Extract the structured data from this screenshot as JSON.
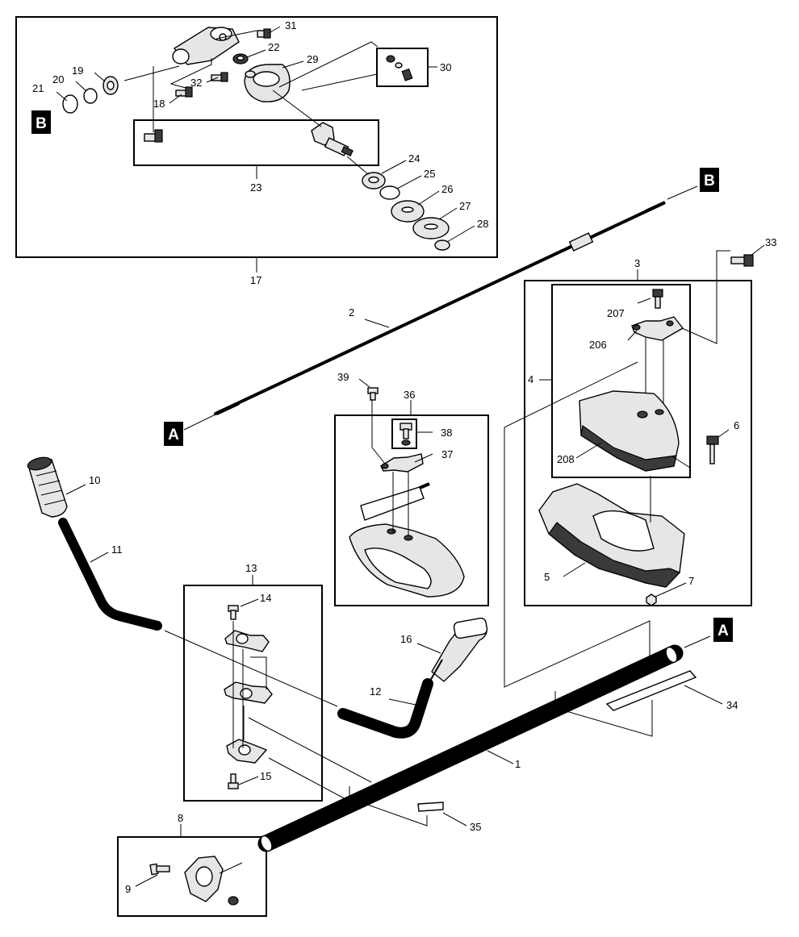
{
  "callouts": {
    "c1": "1",
    "c2": "2",
    "c3": "3",
    "c4": "4",
    "c5": "5",
    "c6": "6",
    "c7": "7",
    "c8": "8",
    "c9": "9",
    "c10": "10",
    "c11": "11",
    "c12": "12",
    "c13": "13",
    "c14": "14",
    "c15": "15",
    "c16": "16",
    "c17": "17",
    "c18": "18",
    "c19": "19",
    "c20": "20",
    "c21": "21",
    "c22": "22",
    "c23": "23",
    "c24": "24",
    "c25": "25",
    "c26": "26",
    "c27": "27",
    "c28": "28",
    "c29": "29",
    "c30": "30",
    "c31": "31",
    "c32": "32",
    "c33": "33",
    "c34": "34",
    "c35": "35",
    "c36": "36",
    "c37": "37",
    "c38": "38",
    "c39": "39",
    "c206": "206",
    "c207": "207",
    "c208": "208"
  },
  "markers": {
    "a": "A",
    "b": "B"
  },
  "colors": {
    "line": "#000000",
    "part_fill": "#e6e6e6",
    "dark_fill": "#3a3a3a",
    "background": "#ffffff"
  }
}
